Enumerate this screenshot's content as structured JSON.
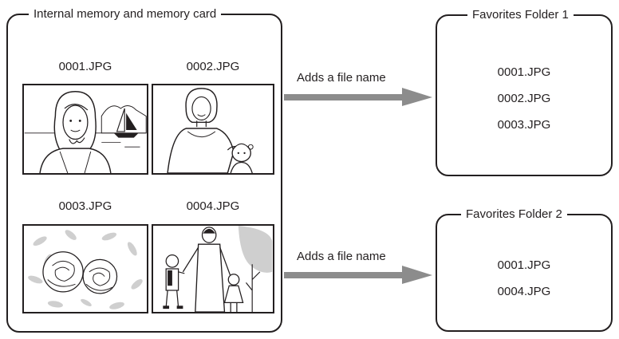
{
  "source_box": {
    "title": "Internal memory and memory card",
    "images": [
      {
        "file": "0001.JPG",
        "picture": "woman-portrait-with-sailboat"
      },
      {
        "file": "0002.JPG",
        "picture": "woman-with-child"
      },
      {
        "file": "0003.JPG",
        "picture": "flowers"
      },
      {
        "file": "0004.JPG",
        "picture": "woman-with-two-children"
      }
    ]
  },
  "arrows": [
    {
      "label": "Adds a file name"
    },
    {
      "label": "Adds a file name"
    }
  ],
  "folders": [
    {
      "title": "Favorites Folder 1",
      "files": [
        "0001.JPG",
        "0002.JPG",
        "0003.JPG"
      ]
    },
    {
      "title": "Favorites Folder 2",
      "files": [
        "0001.JPG",
        "0004.JPG"
      ]
    }
  ],
  "colors": {
    "line": "#231f20",
    "arrow": "#8c8c8c",
    "flower_fill": "#cfcfcf"
  }
}
